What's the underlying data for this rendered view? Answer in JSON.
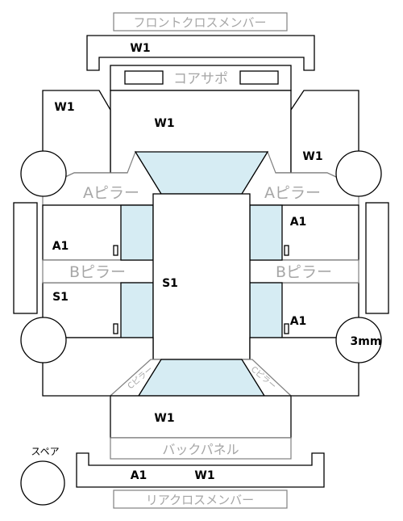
{
  "labels": {
    "front_cross_member": "フロントクロスメンバー",
    "core_support": "コアサポ",
    "pillar_a_left": "Aピラー",
    "pillar_a_right": "Aピラー",
    "pillar_b_left": "Bピラー",
    "pillar_b_right": "Bピラー",
    "back_panel": "バックパネル",
    "rear_cross_member": "リアクロスメンバー",
    "spare": "スペア",
    "pillar_c_left": "Cピラー",
    "pillar_c_right": "Cピラー"
  },
  "grades": {
    "front_member": "W1",
    "left_front_fender": "W1",
    "hood": "W1",
    "right_front_fender": "W1",
    "left_front_door": "A1",
    "left_rear_door": "S1",
    "right_front_door": "A1",
    "right_rear_door": "A1",
    "roof": "S1",
    "right_rear_wheel": "3mm",
    "trunk": "W1",
    "rear_member_left": "A1",
    "rear_member_right": "W1"
  },
  "colors": {
    "glass": "#d6ecf3",
    "outline": "#000000",
    "gray_label": "#a6a6a6"
  }
}
